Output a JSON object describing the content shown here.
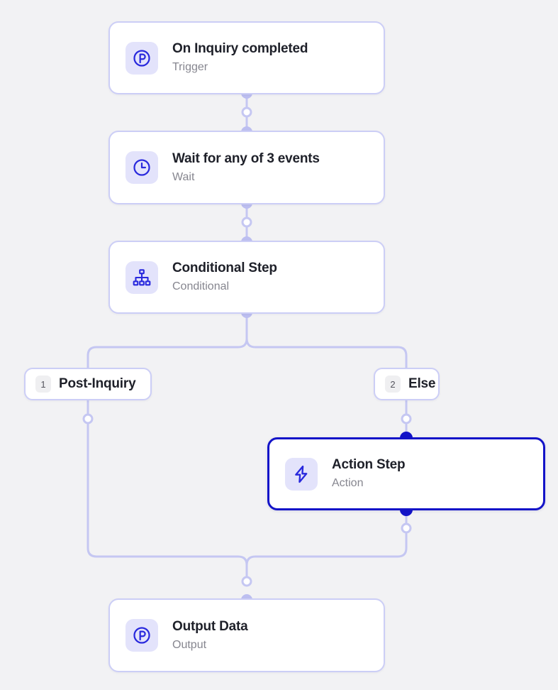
{
  "canvas": {
    "background_color": "#f2f2f4",
    "accent_color": "#2929dd",
    "connector_color": "#c5c7f2",
    "selected_color": "#1414c8",
    "icon_tile_color": "#e3e3fb"
  },
  "nodes": [
    {
      "id": "trigger",
      "title": "On Inquiry completed",
      "subtitle": "Trigger",
      "icon": "circled-p-icon",
      "selected": false
    },
    {
      "id": "wait",
      "title": "Wait for any of 3 events",
      "subtitle": "Wait",
      "icon": "clock-icon",
      "selected": false
    },
    {
      "id": "conditional",
      "title": "Conditional Step",
      "subtitle": "Conditional",
      "icon": "hierarchy-icon",
      "selected": false
    },
    {
      "id": "action",
      "title": "Action Step",
      "subtitle": "Action",
      "icon": "lightning-bolt-icon",
      "selected": true
    },
    {
      "id": "output",
      "title": "Output Data",
      "subtitle": "Output",
      "icon": "circled-p-icon",
      "selected": false
    }
  ],
  "branches": [
    {
      "id": "branch-1",
      "number": "1",
      "label": "Post-Inquiry"
    },
    {
      "id": "branch-2",
      "number": "2",
      "label": "Else"
    }
  ]
}
